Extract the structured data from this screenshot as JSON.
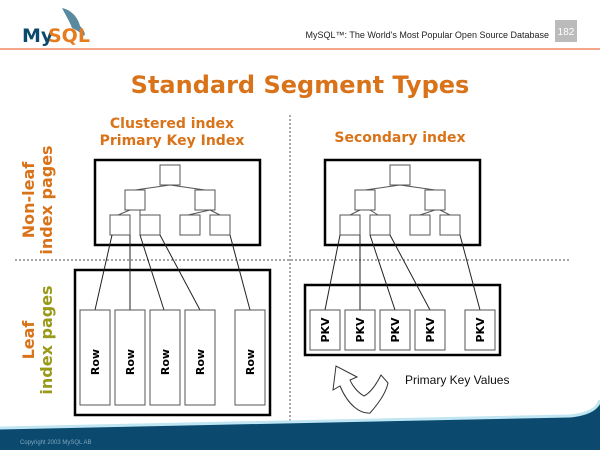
{
  "header": {
    "logo_text": "MySQL",
    "tagline": "MySQL™: The World's Most Popular Open Source Database",
    "page_number": "182"
  },
  "slide": {
    "title": "Standard Segment Types",
    "clustered_title_1": "Clustered index",
    "clustered_title_2": "Primary Key Index",
    "secondary_title": "Secondary index",
    "nonleaf_label_1": "Non-leaf",
    "nonleaf_label_2": "index pages",
    "leaf_label_1": "Leaf",
    "leaf_label_2": "index pages",
    "row_label": "Row",
    "pkv_label": "PKV",
    "pkv_caption": "Primary Key Values"
  },
  "footer": {
    "copyright": "Copyright 2003 MySQL AB"
  },
  "colors": {
    "accent": "#d9731a",
    "olive": "#9a9a1a",
    "footer": "#0b4a6e",
    "rule": "#f08a60"
  }
}
